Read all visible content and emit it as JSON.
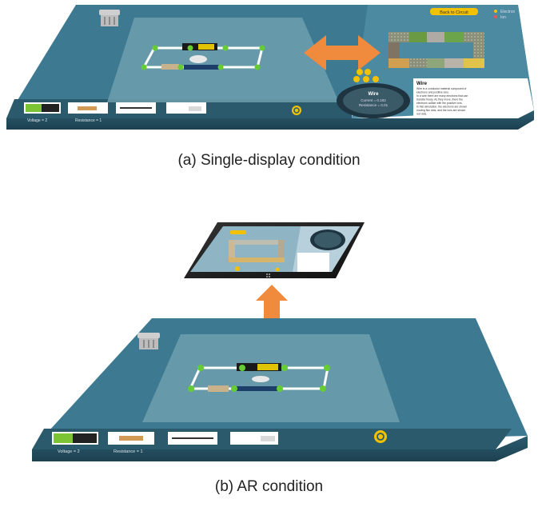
{
  "figure": {
    "caption_a": "(a) Single-display condition",
    "caption_b": "(b) AR condition"
  },
  "tray_labels": {
    "voltage": "Voltage = 2",
    "resistance": "Resistance = 1"
  },
  "info_panel": {
    "heading": "Wire",
    "line1": "Wire is a conductor material composed of",
    "line2": "electrons and positive ions.",
    "line3": "In a wire there are many electrons that can",
    "line4": "transfer freely. As they move, there the",
    "line5": "electrons collide with the positive ions.",
    "line6": "In this simulation, the electrons are shown",
    "line7": "moving like dots, and the ions are shown",
    "line8": "red dots."
  },
  "meter": {
    "title": "Wire",
    "current": "Current = 0.182",
    "resistance": "Resistance = 0.01"
  },
  "top_button": "Back to Circuit",
  "legend": {
    "electron": "Electron",
    "ion": "Ion"
  },
  "colors": {
    "board_top": "#3d7a92",
    "board_edge": "#2b5b6e",
    "board_side": "#1f4656",
    "work_area": "#6d9fae",
    "tray": "#2a5a6c",
    "arrow": "#f08a3c",
    "wire": "#ffffff",
    "node": "#66cc33",
    "gold": "#f2c200"
  },
  "icons": [
    "trash-bin-icon",
    "undo-circle-icon",
    "double-arrow-icon",
    "battery-icon",
    "resistor-icon",
    "bulb-icon",
    "windows-logo-icon"
  ]
}
